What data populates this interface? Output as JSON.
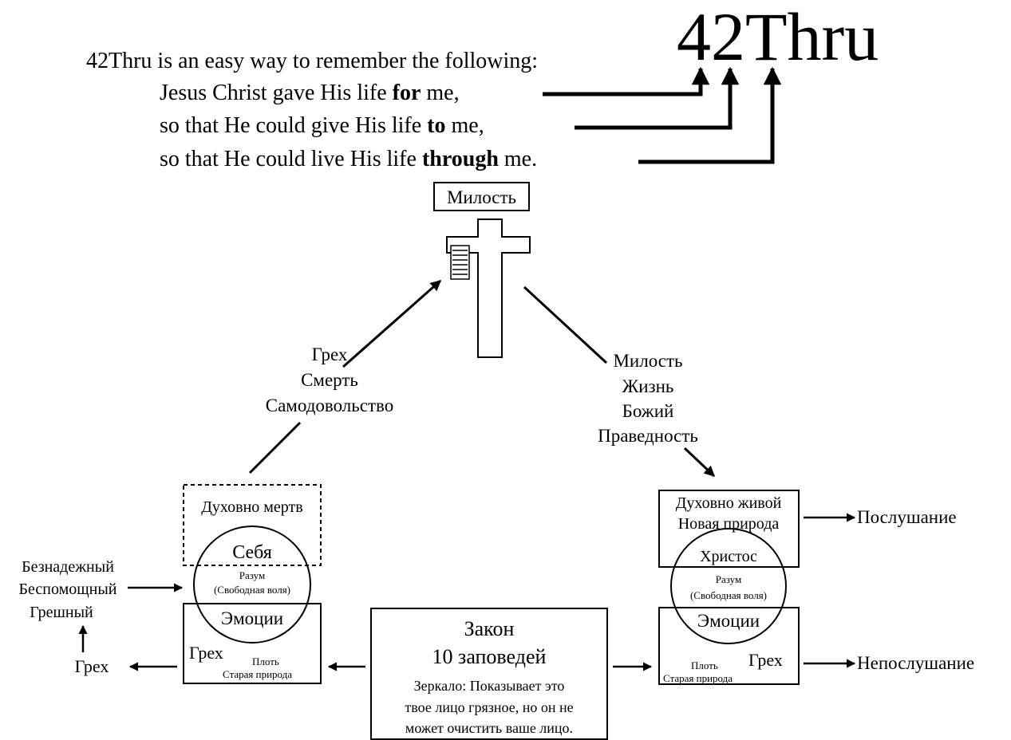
{
  "header": {
    "logo": "42Thru",
    "intro": "42Thru is an easy way to remember the following:",
    "line1": {
      "pre": "Jesus Christ gave His life ",
      "bold": "for",
      "post": " me,"
    },
    "line2": {
      "pre": "so that He could give His life ",
      "bold": "to",
      "post": " me,"
    },
    "line3": {
      "pre": "so that He could live His life ",
      "bold": "through",
      "post": " me."
    }
  },
  "top": {
    "grace_box": "Милость"
  },
  "left_path": {
    "line1": "Грех",
    "line2": "Смерть",
    "line3": "Самодовольство"
  },
  "right_path": {
    "line1": "Милость",
    "line2": "Жизнь",
    "line3": "Божий",
    "line4": "Праведность"
  },
  "left_person": {
    "dead_label": "Духовно мертв",
    "self": "Себя",
    "mind": "Разум",
    "will": "(Свободная воля)",
    "emotions": "Эмоции",
    "sin": "Грех",
    "flesh": "Плоть",
    "old_nature": "Старая природа"
  },
  "left_side": {
    "hopeless": "Безнадежный",
    "helpless": "Беспомощный",
    "sinful": "Грешный",
    "sin": "Грех"
  },
  "right_person": {
    "alive_label": "Духовно живой",
    "new_nature": "Новая природа",
    "christ": "Христос",
    "mind": "Разум",
    "will": "(Свободная воля)",
    "emotions": "Эмоции",
    "sin": "Грех",
    "flesh": "Плоть",
    "old_nature": "Старая природа"
  },
  "right_side": {
    "obedience": "Послушание",
    "disobedience": "Непослушание"
  },
  "law": {
    "title": "Закон",
    "subtitle": "10 заповедей",
    "mirror1": "Зеркало: Показывает это",
    "mirror2": "твое лицо грязное, но он не",
    "mirror3": "может очистить ваше лицо."
  }
}
